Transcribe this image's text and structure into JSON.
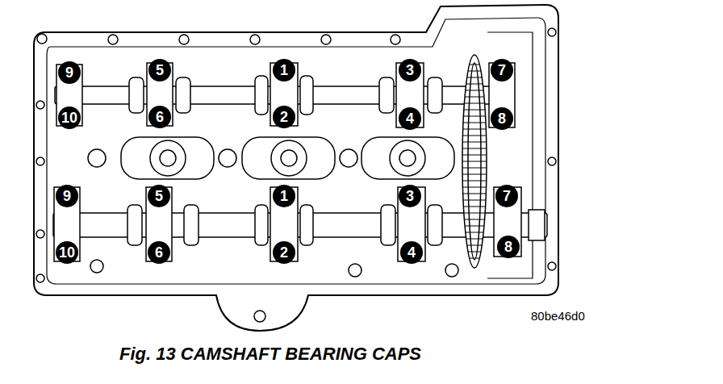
{
  "diagram": {
    "caption": "Fig. 13 CAMSHAFT BEARING CAPS",
    "labels": [
      "9",
      "5",
      "1",
      "3",
      "7",
      "10",
      "6",
      "2",
      "4",
      "8",
      "9",
      "5",
      "1",
      "3",
      "7",
      "10",
      "6",
      "2",
      "4",
      "8",
      "80be46d0"
    ]
  }
}
